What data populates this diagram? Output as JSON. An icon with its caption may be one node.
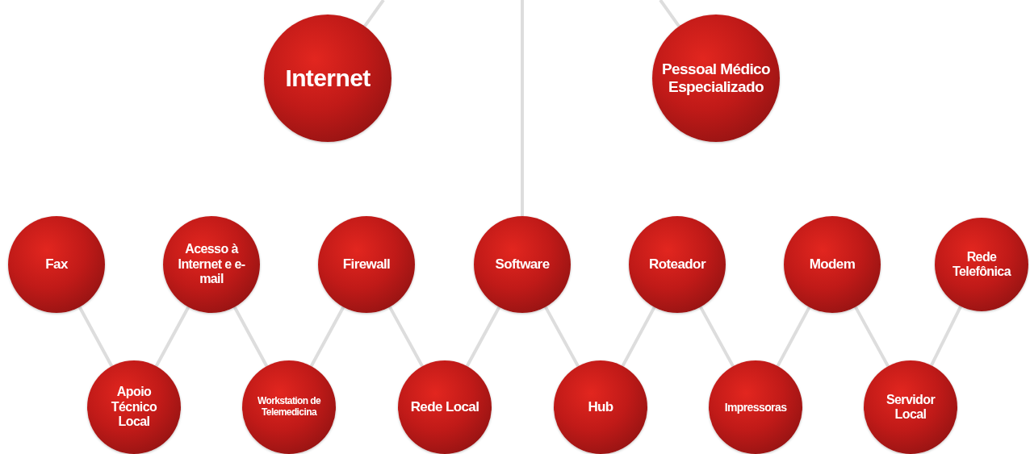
{
  "diagram": {
    "nodes": [
      {
        "text": [
          "Internet"
        ]
      },
      {
        "text": [
          "Pessoal Médico Especializado"
        ]
      },
      {
        "text": [
          "Fax"
        ]
      },
      {
        "text": [
          "Acesso à Internet e e-mail"
        ]
      },
      {
        "text": [
          "Firewall"
        ]
      },
      {
        "text": [
          "Software"
        ]
      },
      {
        "text": [
          "Roteador"
        ]
      },
      {
        "text": [
          "Modem"
        ]
      },
      {
        "text": [
          "Rede Telefônica"
        ]
      },
      {
        "text": [
          "Apoio Técnico Local"
        ]
      },
      {
        "text": [
          "Workstation de Telemedicina"
        ]
      },
      {
        "text": [
          "Rede Local"
        ]
      },
      {
        "text": [
          "Hub"
        ]
      },
      {
        "text": [
          "Impressoras"
        ]
      },
      {
        "text": [
          "Servidor Local"
        ]
      }
    ],
    "edges": [
      {
        "from": null,
        "to": 0,
        "arrow": "none"
      },
      {
        "from": null,
        "to": 5,
        "arrow": "none"
      },
      {
        "from": null,
        "to": 1,
        "arrow": "none"
      },
      {
        "from": 2,
        "to": 9,
        "arrow": "none"
      },
      {
        "from": 9,
        "to": 3,
        "arrow": "none"
      },
      {
        "from": 3,
        "to": 10,
        "arrow": "none"
      },
      {
        "from": 10,
        "to": 4,
        "arrow": "none"
      },
      {
        "from": 4,
        "to": 11,
        "arrow": "none"
      },
      {
        "from": 11,
        "to": 5,
        "arrow": "none"
      },
      {
        "from": 5,
        "to": 12,
        "arrow": "none"
      },
      {
        "from": 12,
        "to": 6,
        "arrow": "none"
      },
      {
        "from": 6,
        "to": 13,
        "arrow": "none"
      },
      {
        "from": 13,
        "to": 7,
        "arrow": "none"
      },
      {
        "from": 7,
        "to": 14,
        "arrow": "none"
      },
      {
        "from": 14,
        "to": 8,
        "arrow": "none"
      }
    ]
  }
}
